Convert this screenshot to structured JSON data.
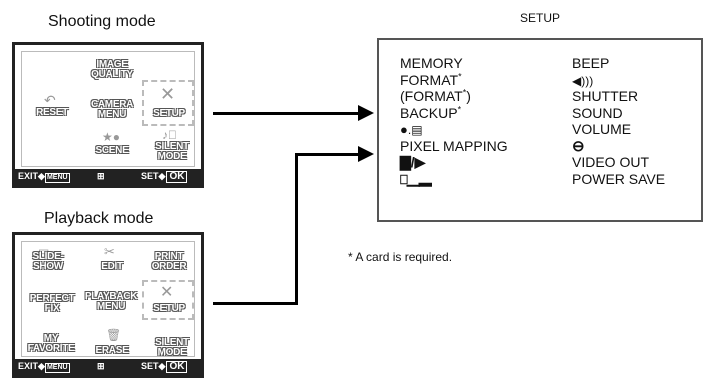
{
  "shooting": {
    "title": "Shooting mode",
    "items": {
      "image_quality": "IMAGE QUALITY",
      "reset": "RESET",
      "camera_menu": "CAMERA MENU",
      "setup": "SETUP",
      "scene": "SCENE",
      "silent_mode": "SILENT MODE"
    },
    "bar": {
      "exit": "EXIT",
      "menu": "MENU",
      "set": "SET",
      "ok": "OK"
    }
  },
  "playback": {
    "title": "Playback mode",
    "items": {
      "slideshow": "SLIDE-SHOW",
      "edit": "EDIT",
      "print_order": "PRINT ORDER",
      "perfect_fix": "PERFECT FIX",
      "playback_menu": "PLAYBACK MENU",
      "setup": "SETUP",
      "my_favorite": "MY FAVORITE",
      "erase": "ERASE",
      "silent_mode": "SILENT MODE"
    },
    "bar": {
      "exit": "EXIT",
      "menu": "MENU",
      "set": "SET",
      "ok": "OK"
    }
  },
  "setup_panel": {
    "title": "SETUP",
    "left_items": [
      "MEMORY",
      "FORMAT",
      "(FORMAT",
      "BACKUP",
      "",
      "PIXEL MAPPING",
      "",
      ""
    ],
    "right_items": [
      "BEEP",
      "",
      "SHUTTER",
      "SOUND",
      "VOLUME",
      "",
      "VIDEO OUT",
      "POWER SAVE"
    ],
    "asterisk": "*",
    "close_paren": ")"
  },
  "note": "*  A card is required.",
  "icons": [
    "language-icon",
    "camera-playback-icon",
    "monitor-brightness-icon",
    "speaker-icon",
    "clock-icon",
    "wrench-icon"
  ]
}
